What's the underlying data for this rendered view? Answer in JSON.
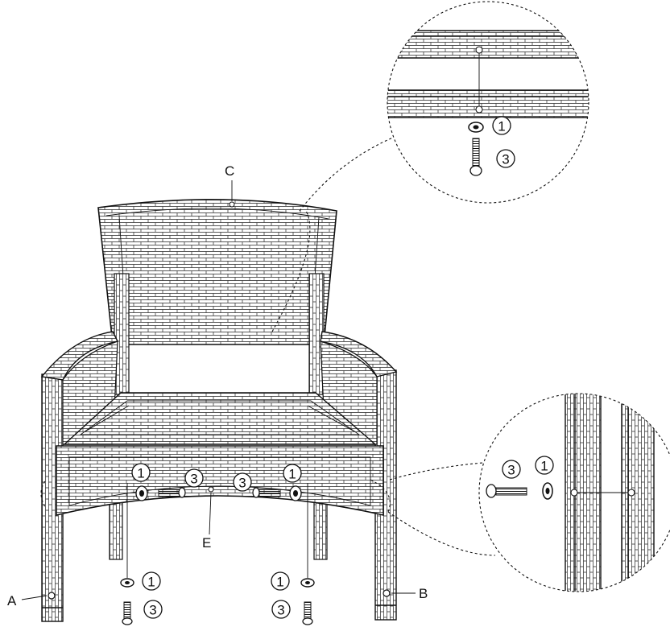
{
  "labels": {
    "a": "A",
    "b": "B",
    "c": "C",
    "e": "E"
  },
  "part_numbers": {
    "washer": "1",
    "bolt": "3"
  },
  "colors": {
    "ink": "#111111",
    "paper": "#ffffff"
  }
}
